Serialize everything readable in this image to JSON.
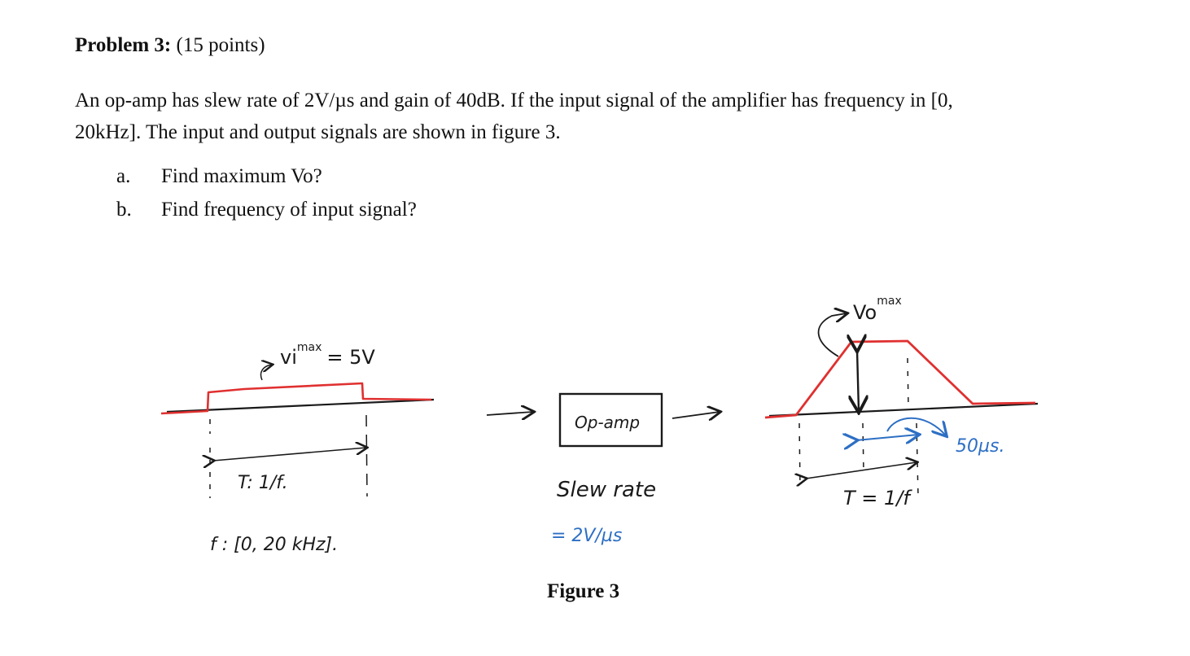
{
  "problem": {
    "title_prefix": "Problem 3:",
    "points": "(15 points)",
    "statement_line1": "An op-amp has slew rate of 2V/µs and gain of 40dB. If the input signal of the amplifier has frequency in [0,",
    "statement_line2": "20kHz]. The input and output signals are shown in figure 3.",
    "questions": [
      {
        "label": "a.",
        "text": "Find maximum Vo?"
      },
      {
        "label": "b.",
        "text": "Find frequency of input signal?"
      }
    ]
  },
  "figure": {
    "caption": "Figure 3",
    "input": {
      "vi_label": "vi",
      "vi_sup": "max",
      "vi_value": "= 5V",
      "period_label": "T: 1/f.",
      "freq_range": "f : [0, 20 kHz]."
    },
    "opamp": {
      "box_label": "Op-amp",
      "slew_label": "Slew rate",
      "slew_value": "= 2V/µs"
    },
    "output": {
      "vo_label": "Vo",
      "vo_sup": "max",
      "rise_time": "50µs.",
      "period_label": "T = 1/f"
    },
    "colors": {
      "signal": "#e03030",
      "annotation": "#2d6fc4",
      "ink": "#1a1a1a"
    }
  }
}
